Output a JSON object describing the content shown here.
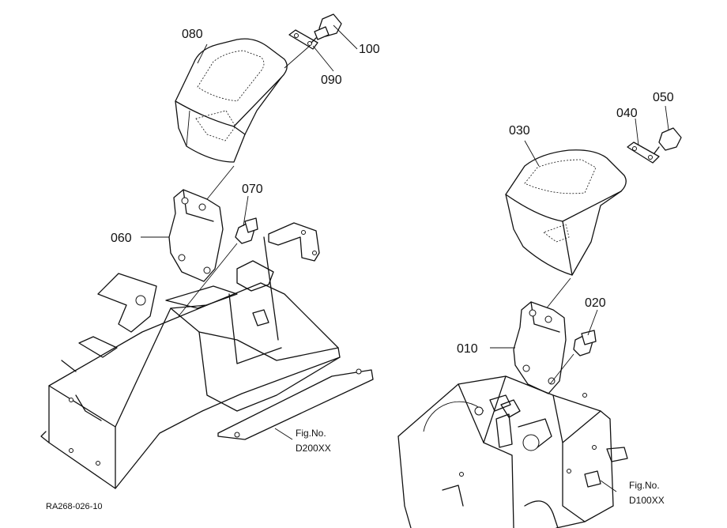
{
  "parts": {
    "p010": "010",
    "p020": "020",
    "p030": "030",
    "p040": "040",
    "p050": "050",
    "p060": "060",
    "p070": "070",
    "p080": "080",
    "p090": "090",
    "p100": "100"
  },
  "figures": {
    "left": {
      "label": "Fig.No.",
      "code": "D200XX"
    },
    "right": {
      "label": "Fig.No.",
      "code": "D100XX"
    }
  },
  "drawing_ref": "RA268-026-10"
}
